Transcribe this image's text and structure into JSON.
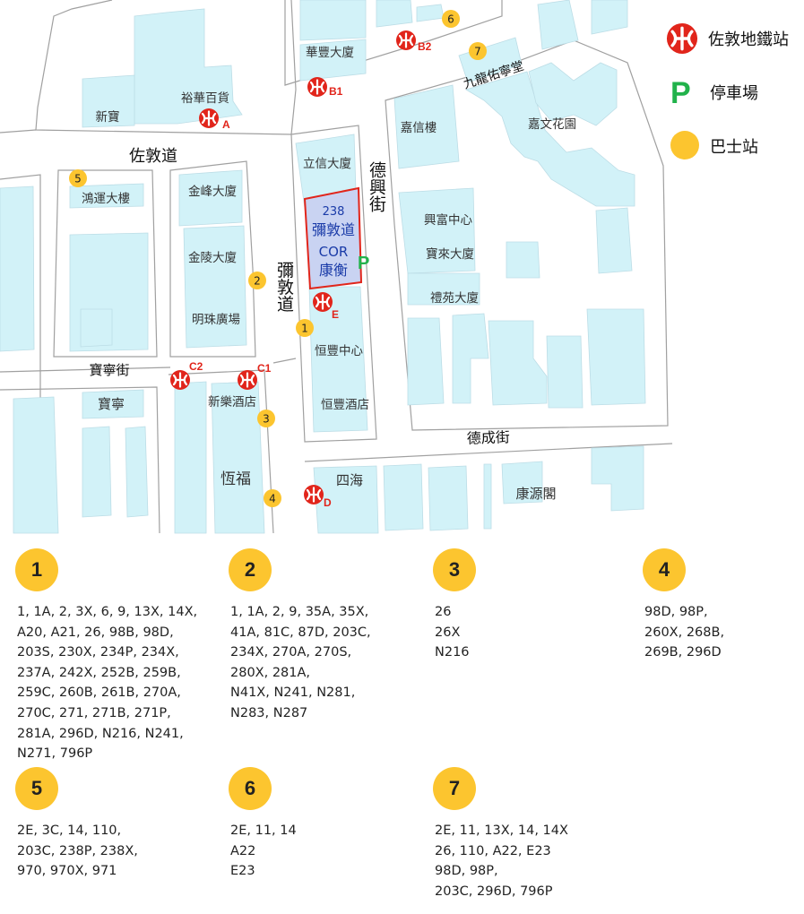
{
  "map": {
    "roads": {
      "jordan_road": "佐敦道",
      "nathan_road": "彌敦道",
      "tak_hing_street": "德興街",
      "pak_ling_street": "寶寧街",
      "tak_shing_street": "德成街",
      "kowloon_union_church": "九龍佑寧堂"
    },
    "buildings": {
      "sun_po": "新寶",
      "yue_hwa": "裕華百貨",
      "wah_fung": "華豐大廈",
      "hung_wan": "鴻運大樓",
      "kam_fung": "金峰大廈",
      "kam_ling": "金陵大廈",
      "ming_chu": "明珠廣場",
      "lap_shun": "立信大廈",
      "hang_fung_centre": "恒豐中心",
      "hang_fung_hotel": "恒豐酒店",
      "kar_shun": "嘉信樓",
      "kar_man": "嘉文花園",
      "hing_fu": "興富中心",
      "po_loi": "寶來大廈",
      "lai_yuen": "禮苑大廈",
      "po_ning": "寶寧",
      "sun_lok_hotel": "新樂酒店",
      "hang_fook": "恆福",
      "sei_hoi": "四海",
      "hong_yuen": "康源閣"
    },
    "highlight": {
      "line1": "238",
      "line2": "彌敦道",
      "line3": "COR",
      "line4": "康衡"
    },
    "parking_letter": "P",
    "exits": {
      "A": "A",
      "B1": "B1",
      "B2": "B2",
      "C1": "C1",
      "C2": "C2",
      "D": "D",
      "E": "E"
    },
    "stop_markers": [
      "1",
      "2",
      "3",
      "4",
      "5",
      "6",
      "7"
    ]
  },
  "legend": {
    "mtr": "佐敦地鐵站",
    "parking_letter": "P",
    "parking": "停車場",
    "bus": "巴士站"
  },
  "stops": [
    {
      "number": "1",
      "routes": [
        "1, 1A, 2, 3X, 6, 9, 13X, 14X,",
        "A20, A21, 26, 98B, 98D,",
        "203S, 230X, 234P, 234X,",
        "237A, 242X, 252B, 259B,",
        "259C, 260B, 261B, 270A,",
        "270C, 271, 271B, 271P,",
        "281A, 296D, N216, N241,",
        "N271, 796P"
      ]
    },
    {
      "number": "2",
      "routes": [
        "1, 1A, 2, 9, 35A, 35X,",
        "41A, 81C, 87D, 203C,",
        "234X, 270A, 270S,",
        "280X, 281A,",
        "N41X, N241, N281,",
        "N283, N287"
      ]
    },
    {
      "number": "3",
      "routes": [
        "26",
        "26X",
        "N216"
      ]
    },
    {
      "number": "4",
      "routes": [
        "98D, 98P,",
        "260X, 268B,",
        "269B, 296D"
      ]
    },
    {
      "number": "5",
      "routes": [
        "2E, 3C, 14, 110,",
        "203C, 238P, 238X,",
        "970, 970X, 971"
      ]
    },
    {
      "number": "6",
      "routes": [
        "2E, 11, 14",
        "A22",
        "E23"
      ]
    },
    {
      "number": "7",
      "routes": [
        "2E, 11, 13X, 14, 14X",
        "26, 110, A22, E23",
        "98D, 98P,",
        "203C, 296D, 796P"
      ]
    }
  ],
  "colors": {
    "building_fill": "#d2f2f8",
    "road_outline": "#9a9a9a",
    "mtr_red": "#e1251b",
    "bus_yellow": "#fcc52f",
    "parking_green": "#21b24b",
    "highlight_fill": "#c9d3f2",
    "highlight_border": "#e1251b",
    "highlight_text": "#1a3ba8"
  },
  "icons": {
    "mtr": "mtr-logo-icon",
    "parking": "parking-icon",
    "bus": "bus-stop-icon"
  }
}
